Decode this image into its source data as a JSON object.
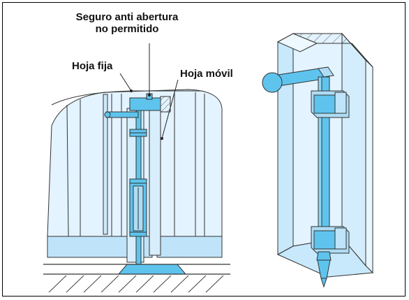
{
  "labels": {
    "lock_line1": "Seguro anti abertura",
    "lock_line2": "no permitido",
    "fixed_leaf": "Hoja fija",
    "mobile_leaf": "Hoja móvil"
  },
  "colors": {
    "fill_light": "#dcefff",
    "fill_mid": "#aedcf5",
    "fill_bar": "#5ec4ee",
    "stroke": "#333333"
  }
}
